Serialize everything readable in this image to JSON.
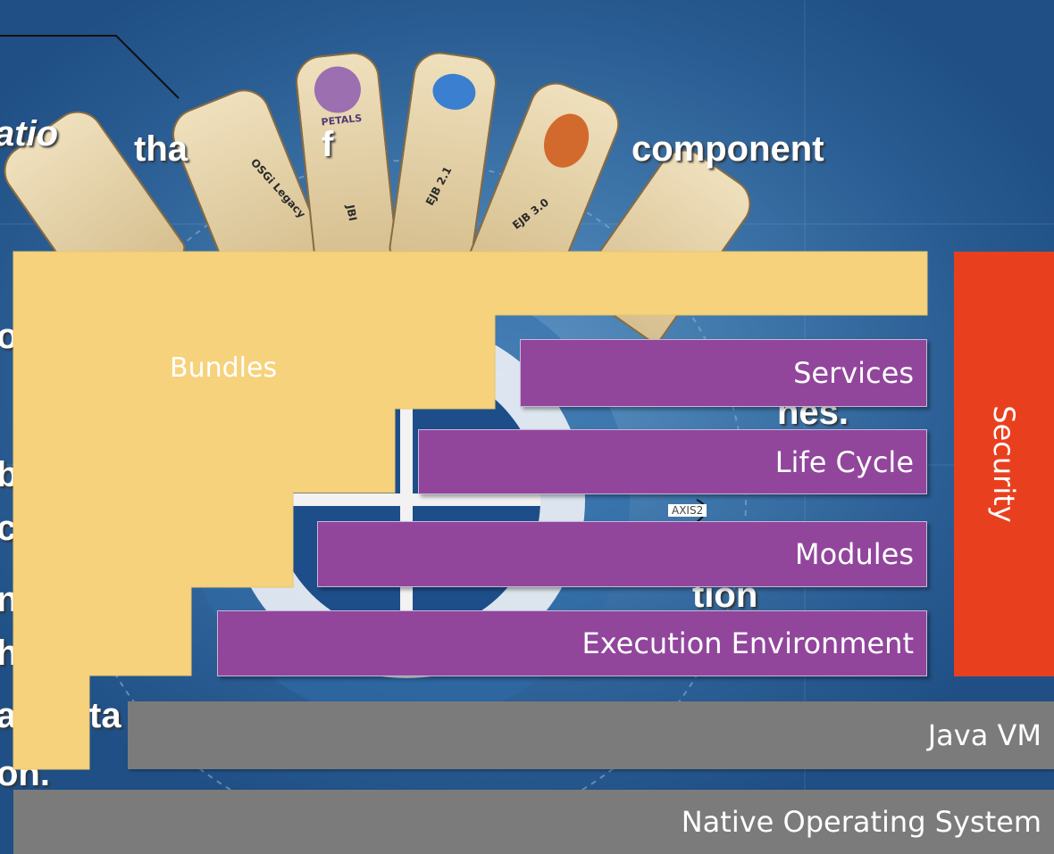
{
  "background_text": {
    "fragment_1": "atio",
    "fragment_2": "tha",
    "fragment_3": "f",
    "fragment_4": "component",
    "fragment_5": "nes.",
    "fragment_6": "tion",
    "fragment_7": "o",
    "fragment_8": "b",
    "fragment_9": "c",
    "fragment_10": "n",
    "fragment_11": "h",
    "fragment_12": "a",
    "fragment_13": "ta",
    "fragment_14": "on."
  },
  "petals": {
    "osgi_legacy": "OSGi Legacy",
    "jbi": "JBI",
    "ejb21": "EJB 2.1",
    "ejb30": "EJB 3.0",
    "petals_logo": "PETALS",
    "axis2": "AXIS2"
  },
  "layers": {
    "bundles": "Bundles",
    "services": "Services",
    "life_cycle": "Life Cycle",
    "modules": "Modules",
    "execution_environment": "Execution Environment",
    "security": "Security",
    "java_vm": "Java VM",
    "native_os": "Native Operating System"
  },
  "colors": {
    "bundles": "#f7d27d",
    "purple_layers": "#91469c",
    "security": "#e8401f",
    "gray_layers": "#7b7b7b"
  }
}
